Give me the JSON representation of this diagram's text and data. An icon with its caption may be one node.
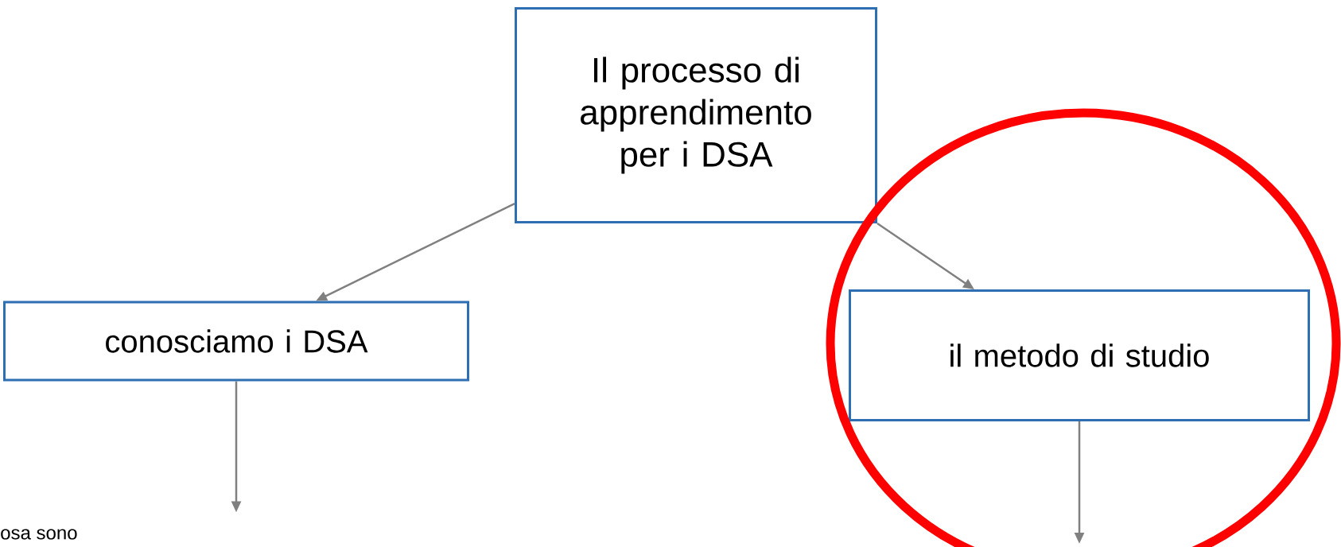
{
  "diagram": {
    "nodes": [
      {
        "text": [
          "Il processo di apprendimento per i DSA"
        ]
      },
      {
        "text": [
          "conosciamo i DSA"
        ]
      },
      {
        "text": [
          "il metodo di studio"
        ]
      }
    ],
    "edges": [
      {
        "from": 0,
        "to": 1,
        "arrow": "to"
      },
      {
        "from": 0,
        "to": 2,
        "arrow": "to"
      },
      {
        "from": 1,
        "to": null,
        "arrow": "to"
      },
      {
        "from": 2,
        "to": null,
        "arrow": "to"
      }
    ],
    "labels": [
      "osa sono"
    ]
  }
}
